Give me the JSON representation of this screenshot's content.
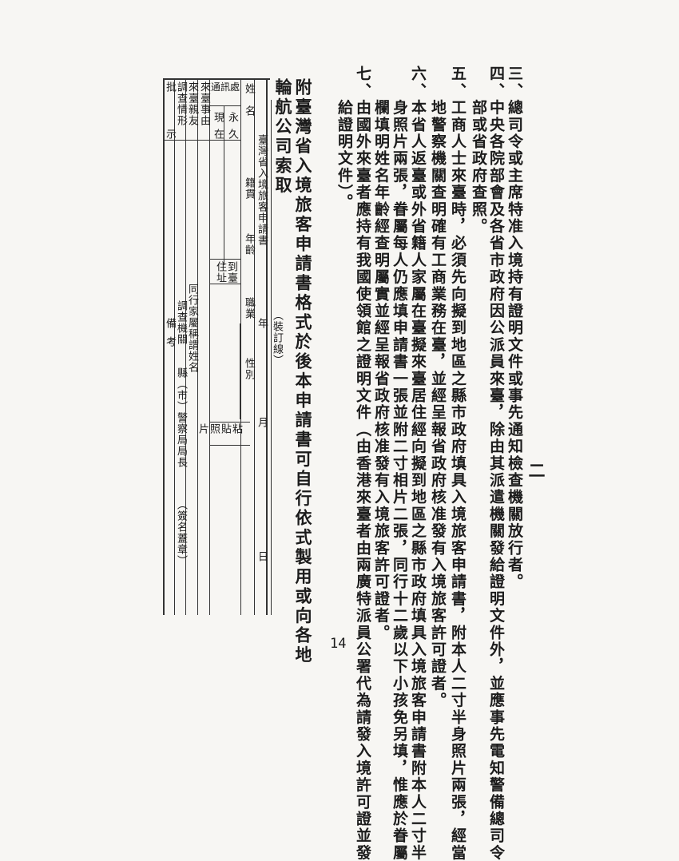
{
  "section_marker": "二",
  "items": [
    {
      "text": "三、總司令或主席特准入境持有證明文件或事先通知檢查機關放行者。"
    },
    {
      "text": "四、中央各院部會及各省市政府因公派員來臺，除由其派遣機關發給證明文件外，並應事先電知警備總司令"
    },
    {
      "text": "　　部或省政府查照。"
    },
    {
      "text": "五、工商人士來臺時，必須先向擬到地區之縣市政府填具入境旅客申請書，附本人二寸半身照片兩張，經當"
    },
    {
      "text": "　　地警察機關查明確有工商業務在臺，並經呈報省政府核准發有入境旅客許可證者。"
    },
    {
      "text": "六、本省人返臺或外省籍人家屬在臺擬來臺居住經向擬到地區之縣市政府填具入境旅客申請書附本人二寸半"
    },
    {
      "text": "　　身照片兩張，眷屬每人仍應填申請書一張並附二寸相片二張，同行十二歲以下小孩免另填，惟應於眷屬"
    },
    {
      "text": "　　欄填明姓名年齡經查明屬實並經呈報省政府核准發有入境旅客許可證者。"
    },
    {
      "text": "七、由國外來臺者應持有我國使領館之證明文件（由香港來臺者由兩廣特派員公署代為請發入境許可證並發"
    },
    {
      "text": "　　給證明文件）。"
    }
  ],
  "appendix_title": [
    "附臺灣省入境旅客申請書格式於後本申請書可自行依式製用或向各地",
    "輪航公司索取"
  ],
  "form": {
    "binding_line": "（裝訂線）",
    "title": "臺灣省入境旅客申請書",
    "name": "姓　名",
    "native_place": "籍貫",
    "age": "年齡",
    "occupation": "職業",
    "sex": "性別",
    "year": "年",
    "month": "月",
    "day": "日",
    "address": "通訊處",
    "permanent": "永久",
    "current": "現在",
    "arrival_address": "到臺住址",
    "photo": "粘貼照片",
    "reason": "來臺事由",
    "relatives": "來臺親友",
    "family": "同行家屬稱謂姓名",
    "investigation": "調查情形",
    "investigating_agency": "調查機關",
    "police_chief": "縣（市）警察局局長",
    "signature": "（簽名蓋章）",
    "instruction": "批示",
    "remarks": "備考"
  },
  "page_number": "14"
}
